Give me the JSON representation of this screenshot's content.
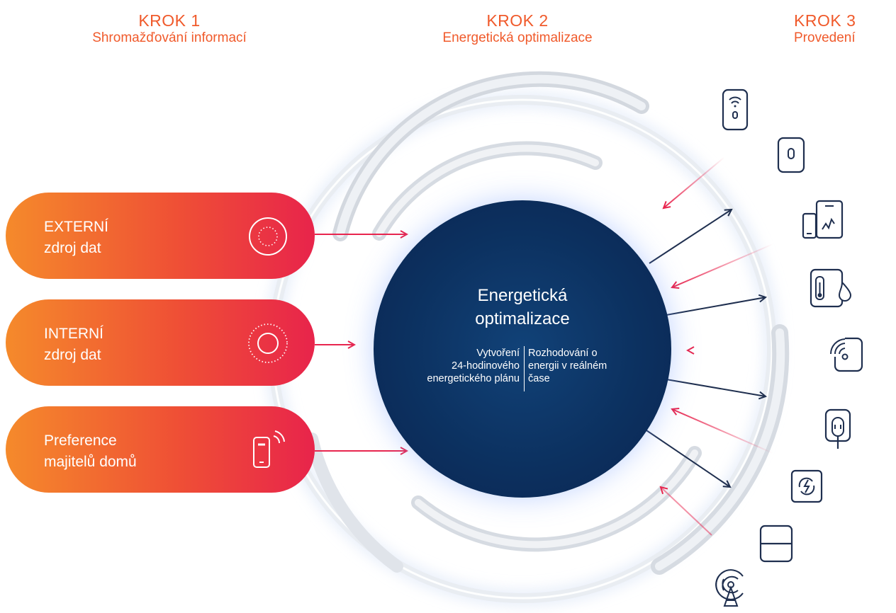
{
  "steps": [
    {
      "number": "KROK 1",
      "subtitle": "Shromažďování informací"
    },
    {
      "number": "KROK 2",
      "subtitle": "Energetická optimalizace"
    },
    {
      "number": "KROK 3",
      "subtitle": "Provedení"
    }
  ],
  "inputs": [
    {
      "line1": "EXTERNÍ",
      "line2": "zdroj dat",
      "icon": "dotted-circle-icon"
    },
    {
      "line1": "INTERNÍ",
      "line2": "zdroj dat",
      "icon": "ring-dotted-outline-icon"
    },
    {
      "line1": "Preference",
      "line2": "majitelů domů",
      "icon": "phone-signal-icon"
    }
  ],
  "center": {
    "title_line1": "Energetická",
    "title_line2": "optimalizace",
    "left_col": [
      "Vytvoření",
      "24-hodinového",
      "energetického plánu"
    ],
    "right_col": [
      "Rozhodování o",
      "energii v reálném",
      "čase"
    ]
  },
  "devices": [
    "wifi-socket-icon",
    "socket-icon",
    "mobile-chart-icon",
    "thermo-humidity-icon",
    "wireless-sensor-icon",
    "ev-plug-icon",
    "inverter-icon",
    "battery-icon",
    "antenna-icon"
  ],
  "colors": {
    "accent_orange": "#f05a2b",
    "pill_start": "#f58a2b",
    "pill_end": "#e8244b",
    "center_blue": "#0c3160",
    "arrow_pink": "#e8254e",
    "arrow_navy": "#1f2f4f",
    "icon_stroke": "#1f2f4f"
  }
}
